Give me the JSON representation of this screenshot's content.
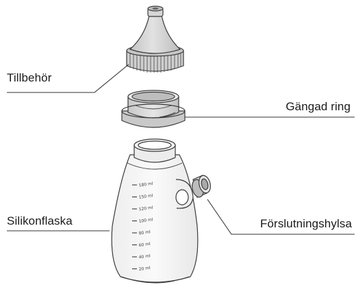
{
  "labels": {
    "accessory": "Tillbehör",
    "threaded_ring": "Gängad ring",
    "silicone_bottle": "Silikonflaska",
    "closure_sleeve": "Förslutningshylsa"
  },
  "scale_marks": [
    "180 ml",
    "150 ml",
    "120 ml",
    "100 ml",
    "80 ml",
    "60 ml",
    "40 ml",
    "20 ml"
  ],
  "colors": {
    "outline": "#3a3a3a",
    "part_fill": "#d4d4d4",
    "part_shade": "#b8b8b8",
    "bottle_fill": "#f4f4f4",
    "leader_line": "#333333"
  }
}
